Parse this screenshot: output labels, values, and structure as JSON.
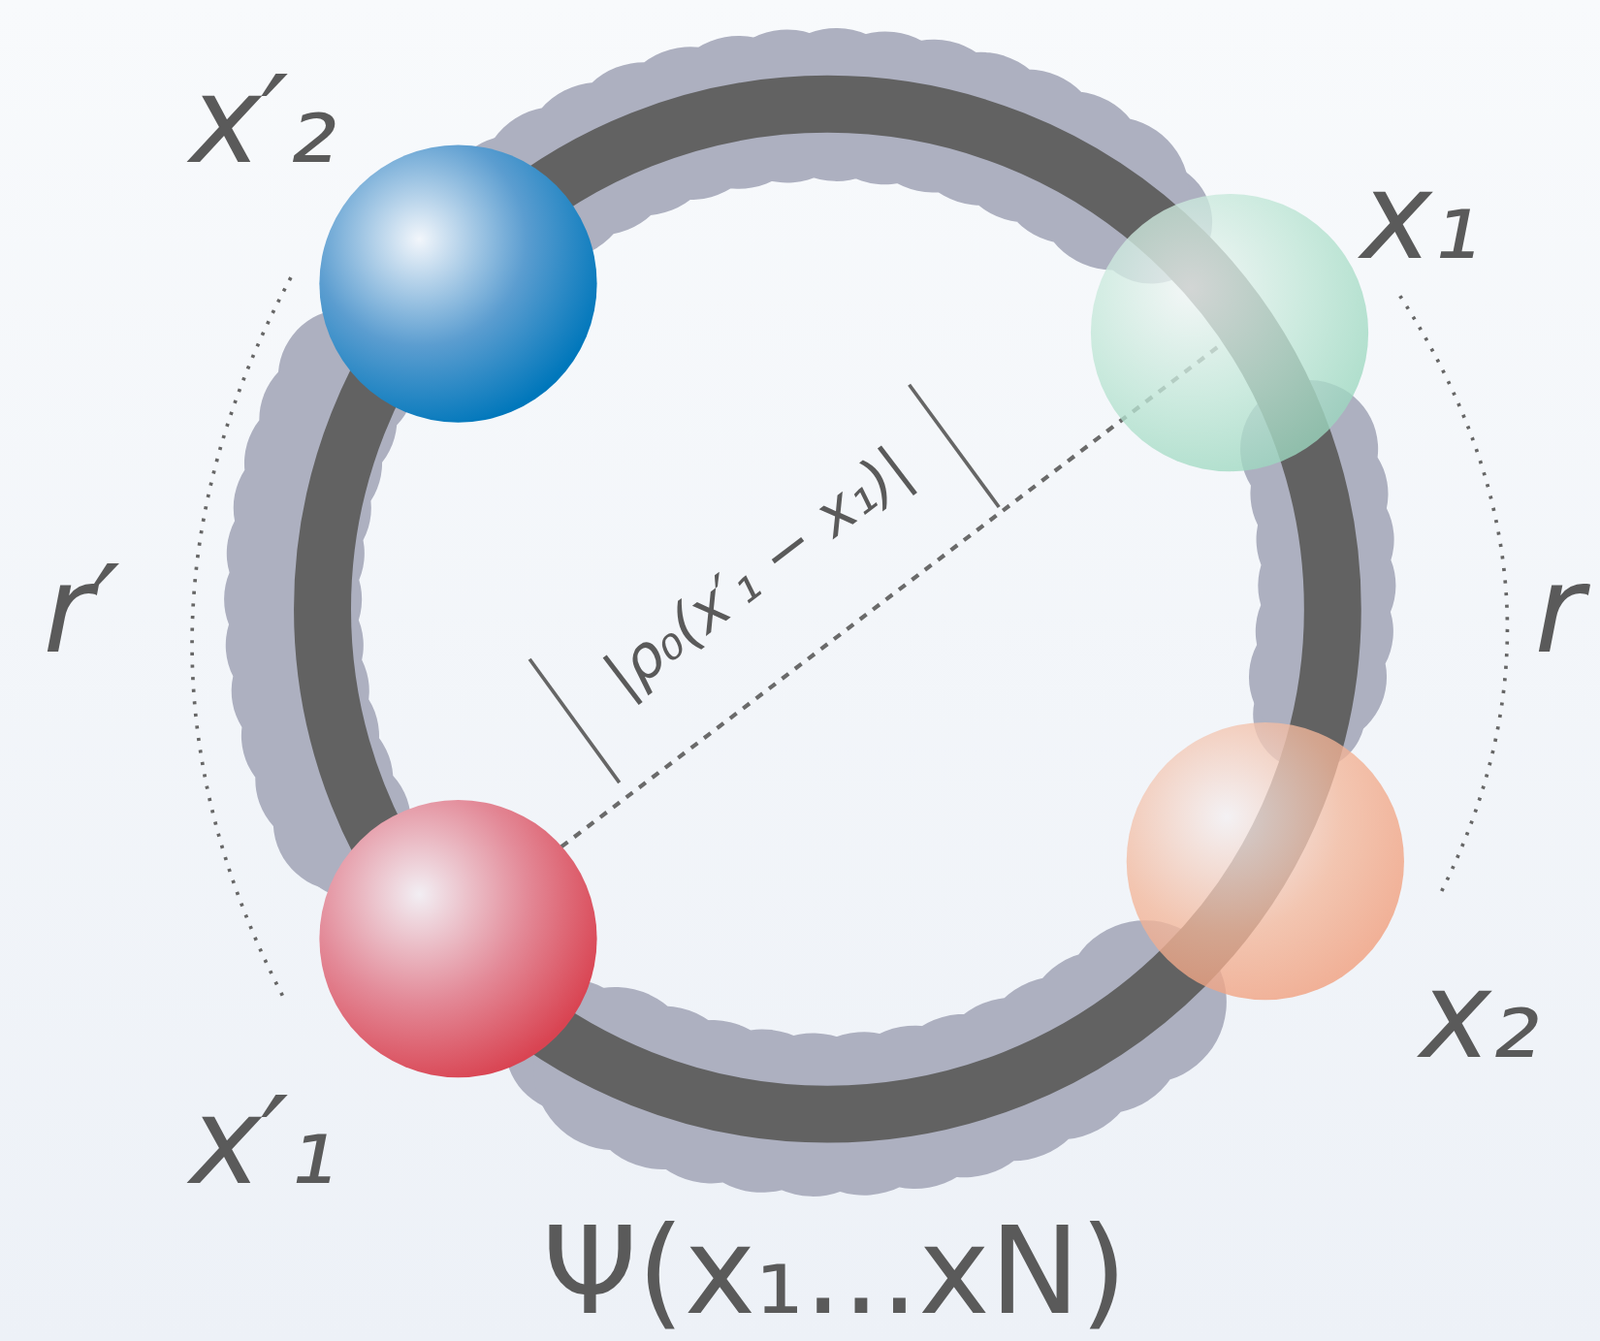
{
  "diagram": {
    "labels": [
      "x′₂",
      "x₁",
      "r′",
      "|ρ₀(x′₁ − x₁)|",
      "r",
      "x₂",
      "x′₁",
      "Ψ(x₁...xN)"
    ]
  }
}
